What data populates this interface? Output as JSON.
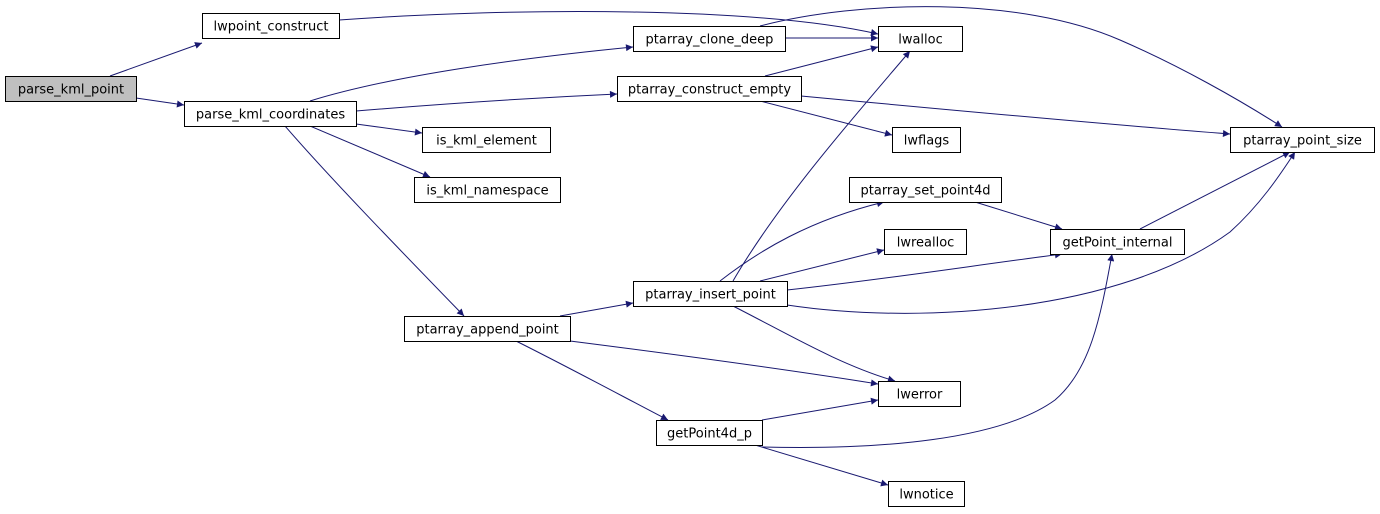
{
  "graph": {
    "root": "parse_kml_point",
    "nodes": [
      {
        "id": "parse_kml_point",
        "label": "parse_kml_point"
      },
      {
        "id": "lwpoint_construct",
        "label": "lwpoint_construct"
      },
      {
        "id": "parse_kml_coordinates",
        "label": "parse_kml_coordinates"
      },
      {
        "id": "ptarray_clone_deep",
        "label": "ptarray_clone_deep"
      },
      {
        "id": "ptarray_construct_empty",
        "label": "ptarray_construct_empty"
      },
      {
        "id": "lwalloc",
        "label": "lwalloc"
      },
      {
        "id": "lwflags",
        "label": "lwflags"
      },
      {
        "id": "ptarray_point_size",
        "label": "ptarray_point_size"
      },
      {
        "id": "is_kml_element",
        "label": "is_kml_element"
      },
      {
        "id": "is_kml_namespace",
        "label": "is_kml_namespace"
      },
      {
        "id": "ptarray_set_point4d",
        "label": "ptarray_set_point4d"
      },
      {
        "id": "lwrealloc",
        "label": "lwrealloc"
      },
      {
        "id": "getPoint_internal",
        "label": "getPoint_internal"
      },
      {
        "id": "ptarray_insert_point",
        "label": "ptarray_insert_point"
      },
      {
        "id": "ptarray_append_point",
        "label": "ptarray_append_point"
      },
      {
        "id": "lwerror",
        "label": "lwerror"
      },
      {
        "id": "getPoint4d_p",
        "label": "getPoint4d_p"
      },
      {
        "id": "lwnotice",
        "label": "lwnotice"
      }
    ],
    "edges": [
      {
        "from": "parse_kml_point",
        "to": "lwpoint_construct"
      },
      {
        "from": "parse_kml_point",
        "to": "parse_kml_coordinates"
      },
      {
        "from": "lwpoint_construct",
        "to": "lwalloc"
      },
      {
        "from": "parse_kml_coordinates",
        "to": "ptarray_clone_deep"
      },
      {
        "from": "parse_kml_coordinates",
        "to": "ptarray_construct_empty"
      },
      {
        "from": "parse_kml_coordinates",
        "to": "is_kml_element"
      },
      {
        "from": "parse_kml_coordinates",
        "to": "is_kml_namespace"
      },
      {
        "from": "parse_kml_coordinates",
        "to": "ptarray_append_point"
      },
      {
        "from": "ptarray_clone_deep",
        "to": "lwalloc"
      },
      {
        "from": "ptarray_clone_deep",
        "to": "ptarray_point_size"
      },
      {
        "from": "ptarray_construct_empty",
        "to": "lwalloc"
      },
      {
        "from": "ptarray_construct_empty",
        "to": "lwflags"
      },
      {
        "from": "ptarray_construct_empty",
        "to": "ptarray_point_size"
      },
      {
        "from": "ptarray_set_point4d",
        "to": "getPoint_internal"
      },
      {
        "from": "getPoint_internal",
        "to": "ptarray_point_size"
      },
      {
        "from": "ptarray_insert_point",
        "to": "lwalloc"
      },
      {
        "from": "ptarray_insert_point",
        "to": "ptarray_set_point4d"
      },
      {
        "from": "ptarray_insert_point",
        "to": "lwrealloc"
      },
      {
        "from": "ptarray_insert_point",
        "to": "getPoint_internal"
      },
      {
        "from": "ptarray_insert_point",
        "to": "ptarray_point_size"
      },
      {
        "from": "ptarray_insert_point",
        "to": "lwerror"
      },
      {
        "from": "ptarray_append_point",
        "to": "ptarray_insert_point"
      },
      {
        "from": "ptarray_append_point",
        "to": "lwerror"
      },
      {
        "from": "ptarray_append_point",
        "to": "getPoint4d_p"
      },
      {
        "from": "getPoint4d_p",
        "to": "lwerror"
      },
      {
        "from": "getPoint4d_p",
        "to": "getPoint_internal"
      },
      {
        "from": "getPoint4d_p",
        "to": "lwnotice"
      }
    ]
  },
  "colors": {
    "edge": "#191970",
    "root_fill": "#bfbfbf",
    "node_fill": "#ffffff",
    "node_border": "#000000"
  }
}
